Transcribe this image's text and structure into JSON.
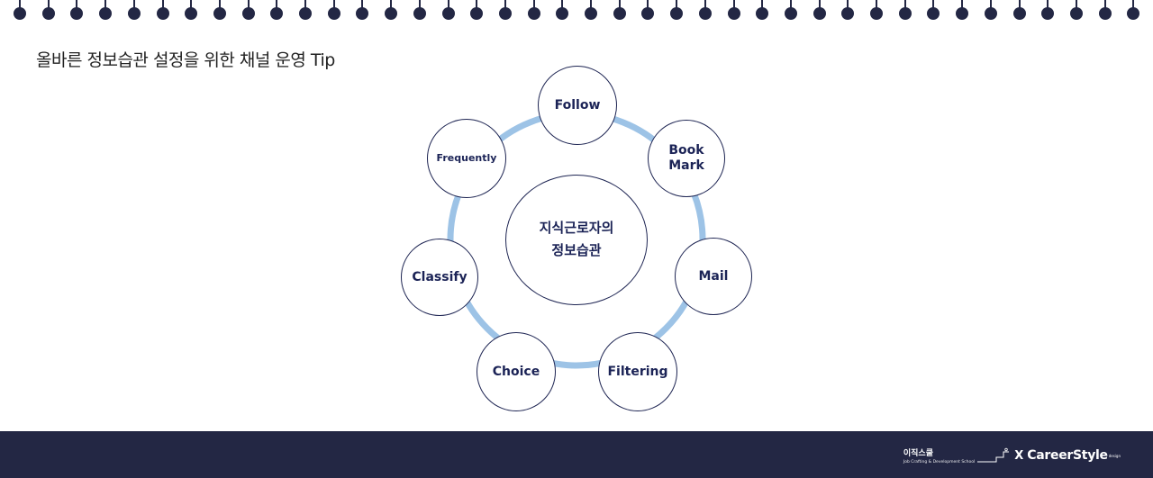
{
  "header": {
    "title": "올바른 정보습관 설정을 위한 채널 운영 Tip"
  },
  "diagram": {
    "center": {
      "line1": "지식근로자의",
      "line2": "정보습관"
    },
    "nodes": [
      {
        "line1": "Follow",
        "line2": ""
      },
      {
        "line1": "Book",
        "line2": "Mark"
      },
      {
        "line1": "Mail",
        "line2": ""
      },
      {
        "line1": "Filtering",
        "line2": ""
      },
      {
        "line1": "Choice",
        "line2": ""
      },
      {
        "line1": "Classify",
        "line2": ""
      },
      {
        "line1": "Frequently",
        "line2": ""
      }
    ],
    "ring_color": "#9dc3e6",
    "node_border_color": "#1d2452",
    "text_color": "#1b2356"
  },
  "footer": {
    "background": "#232744",
    "logo_korean": "이직스쿨",
    "logo_tagline": "Job Crafting & Development School",
    "logo_x": "X",
    "logo_brand": "CareerStyle",
    "logo_tm": "design"
  }
}
